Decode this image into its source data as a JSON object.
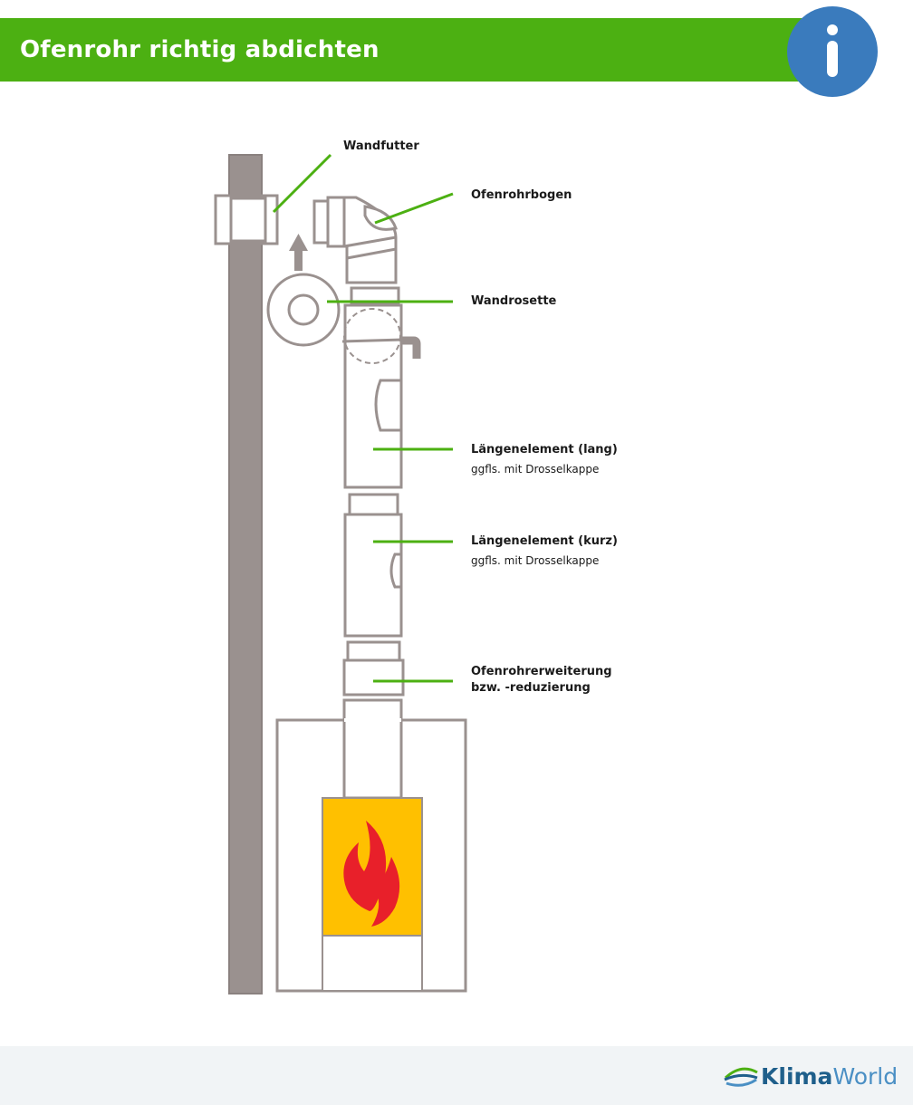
{
  "header": {
    "title": "Ofenrohr richtig abdichten",
    "info_icon": "info-icon",
    "bar_color": "#4cb012",
    "badge_color": "#3a7bbd"
  },
  "labels": {
    "wandfutter": "Wandfutter",
    "ofenrohrbogen": "Ofenrohrbogen",
    "wandrosette": "Wandrosette",
    "laengenelement_lang": "Längenelement (lang)",
    "laengenelement_lang_sub": "ggfls. mit Drosselkappe",
    "laengenelement_kurz": "Längenelement (kurz)",
    "laengenelement_kurz_sub": "ggfls. mit Drosselkappe",
    "erweiterung_line1": "Ofenrohrerweiterung",
    "erweiterung_line2": "bzw. -reduzierung"
  },
  "colors": {
    "leader_green": "#4cb012",
    "wall_gray": "#9a918f",
    "stroke_gray": "#9a918f",
    "fire_yellow": "#ffc000",
    "flame_red": "#e8202a"
  },
  "footer": {
    "logo_bold": "Klima",
    "logo_light": "World"
  }
}
